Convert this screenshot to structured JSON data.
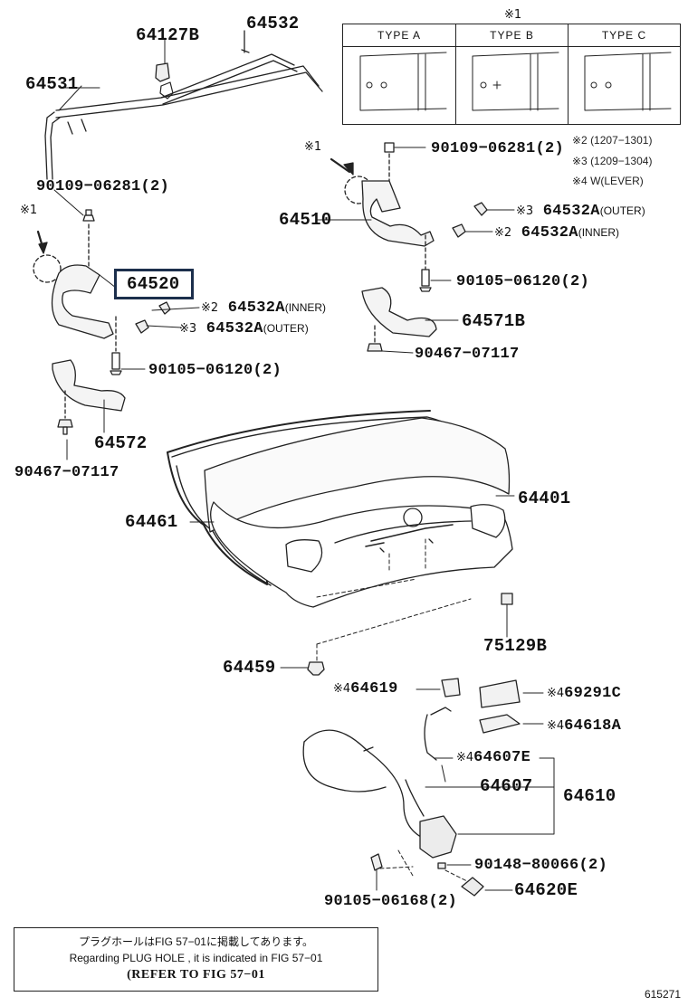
{
  "legend_table": {
    "note_mark": "※1",
    "types": [
      "TYPE A",
      "TYPE B",
      "TYPE C"
    ]
  },
  "notes": [
    "※2 (1207−1301)",
    "※3 (1209−1304)",
    "※4 W(LEVER)"
  ],
  "callouts": {
    "m1_left": "※1",
    "m1_right": "※1"
  },
  "parts": {
    "p64127B": "64127B",
    "p64532": "64532",
    "p64531": "64531",
    "p90109_left": "90109−06281(2)",
    "p64520": "64520",
    "p64532A_inner_left_mark": "※2",
    "p64532A_inner_left": "64532A",
    "p64532A_inner_left_sfx": "(INNER)",
    "p64532A_outer_left_mark": "※3",
    "p64532A_outer_left": "64532A",
    "p64532A_outer_left_sfx": "(OUTER)",
    "p90105_06120_left": "90105−06120(2)",
    "p64572": "64572",
    "p90467_left": "90467−07117",
    "p90109_right": "90109−06281(2)",
    "p64510": "64510",
    "p64532A_outer_right_mark": "※3",
    "p64532A_outer_right": "64532A",
    "p64532A_outer_right_sfx": "(OUTER)",
    "p64532A_inner_right_mark": "※2",
    "p64532A_inner_right": "64532A",
    "p64532A_inner_right_sfx": "(INNER)",
    "p90105_06120_right": "90105−06120(2)",
    "p64571B": "64571B",
    "p90467_right": "90467−07117",
    "p64401": "64401",
    "p64461": "64461",
    "p75129B": "75129B",
    "p64459": "64459",
    "p64619_mark": "※4",
    "p64619": "64619",
    "p69291C_mark": "※4",
    "p69291C": "69291C",
    "p64618A_mark": "※4",
    "p64618A": "64618A",
    "p64607E_mark": "※4",
    "p64607E": "64607E",
    "p64607": "64607",
    "p64610": "64610",
    "p90148": "90148−80066(2)",
    "p90105_06168": "90105−06168(2)",
    "p64620E": "64620E"
  },
  "reference_box": {
    "line_jp": "プラグホールはFIG 57−01に掲載してあります。",
    "line_en": "Regarding  PLUG  HOLE , it is indicated in  FIG  57−01",
    "line_refer": "(REFER TO FIG 57−01"
  },
  "figure_number": "615271"
}
